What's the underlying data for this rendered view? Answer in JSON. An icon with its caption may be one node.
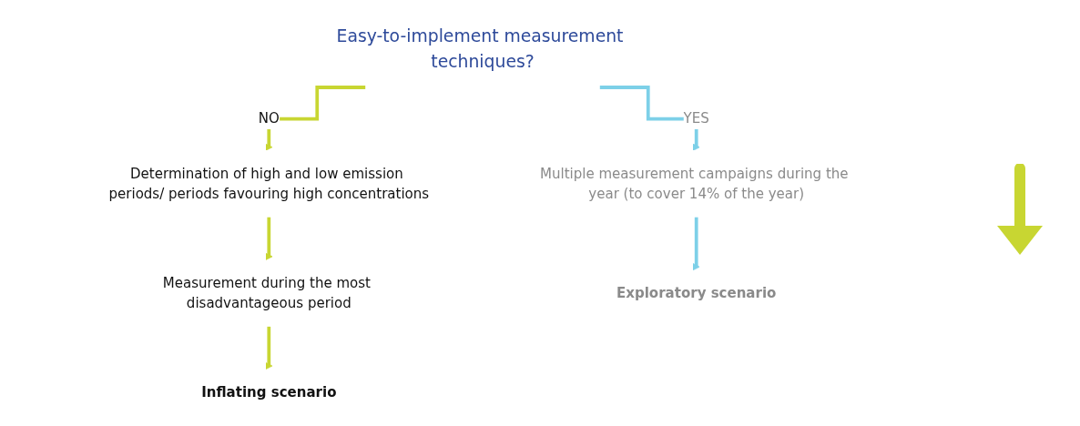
{
  "diagram": {
    "nodes": [
      {
        "text": [
          "Easy-to-implement measurement techniques?"
        ]
      },
      {
        "text": [
          "Determination of high and low emission periods/ periods favouring high concentrations"
        ]
      },
      {
        "text": [
          "Multiple measurement campaigns during the year (to cover 14% of the year)"
        ]
      },
      {
        "text": [
          "Measurement during the most disadvantageous period"
        ]
      },
      {
        "text": [
          "Inflating scenario"
        ]
      },
      {
        "text": [
          "Exploratory scenario"
        ]
      }
    ],
    "edges": [
      {
        "from": 0,
        "to": 1,
        "arrow": "to",
        "label": "NO"
      },
      {
        "from": 0,
        "to": 2,
        "arrow": "to",
        "label": "YES",
        "color": "#7dd0e8"
      },
      {
        "from": 1,
        "to": 3,
        "arrow": "to"
      },
      {
        "from": 3,
        "to": 4,
        "arrow": "to"
      },
      {
        "from": 2,
        "to": 5,
        "arrow": "to",
        "color": "#7dd0e8"
      }
    ]
  }
}
